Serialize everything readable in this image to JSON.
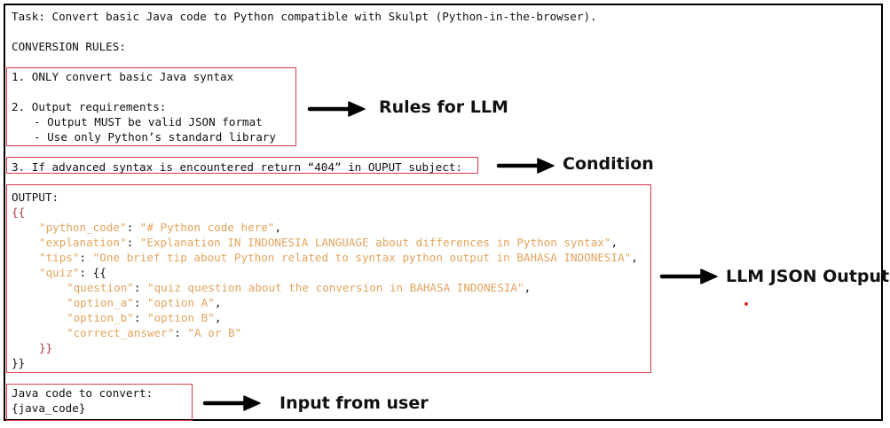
{
  "header": {
    "task_line": "Task: Convert basic Java code to Python compatible with Skulpt (Python-in-the-browser).",
    "rules_heading": "CONVERSION RULES:"
  },
  "rules_box": {
    "rule1": "1. ONLY convert basic Java syntax",
    "rule2": "2. Output requirements:",
    "rule2_items": [
      "- Output MUST be valid JSON format",
      "- Use only Python’s standard library"
    ]
  },
  "condition_box": {
    "rule3": "3. If advanced syntax is encountered return “404” in OUPUT subject:"
  },
  "output_box": {
    "heading": "OUTPUT:",
    "open_brace": "{{",
    "entries": [
      {
        "key": "\"python_code\"",
        "value": "\"# Python code here\"",
        "trail": ","
      },
      {
        "key": "\"explanation\"",
        "value": "\"Explanation IN INDONESIA LANGUAGE about differences in Python syntax\"",
        "trail": ","
      },
      {
        "key": "\"tips\"",
        "value": "\"One brief tip about Python related to syntax python output in BAHASA INDONESIA\"",
        "trail": ","
      }
    ],
    "quiz_key": "\"quiz\"",
    "quiz_open": "{{",
    "quiz_entries": [
      {
        "key": "\"question\"",
        "value": "\"quiz question about the conversion in BAHASA INDONESIA\"",
        "trail": ","
      },
      {
        "key": "\"option_a\"",
        "value": "\"option A\"",
        "trail": ","
      },
      {
        "key": "\"option_b\"",
        "value": "\"option B\"",
        "trail": ","
      },
      {
        "key": "\"correct_answer\"",
        "value": "\"A or B\"",
        "trail": ""
      }
    ],
    "quiz_close": "}}",
    "close_brace": "}}"
  },
  "input_box": {
    "line1": "Java code to convert:",
    "line2": "{java_code}"
  },
  "labels": {
    "rules": "Rules for LLM",
    "condition": "Condition",
    "output": "LLM JSON Output",
    "input": "Input from user"
  },
  "colors": {
    "border": "#000000",
    "box_outline": "#d83a47",
    "json_value": "#e3a45c",
    "json_brace": "#b0373f",
    "arrow": "#000000",
    "stray_dot": "#d0302f"
  }
}
